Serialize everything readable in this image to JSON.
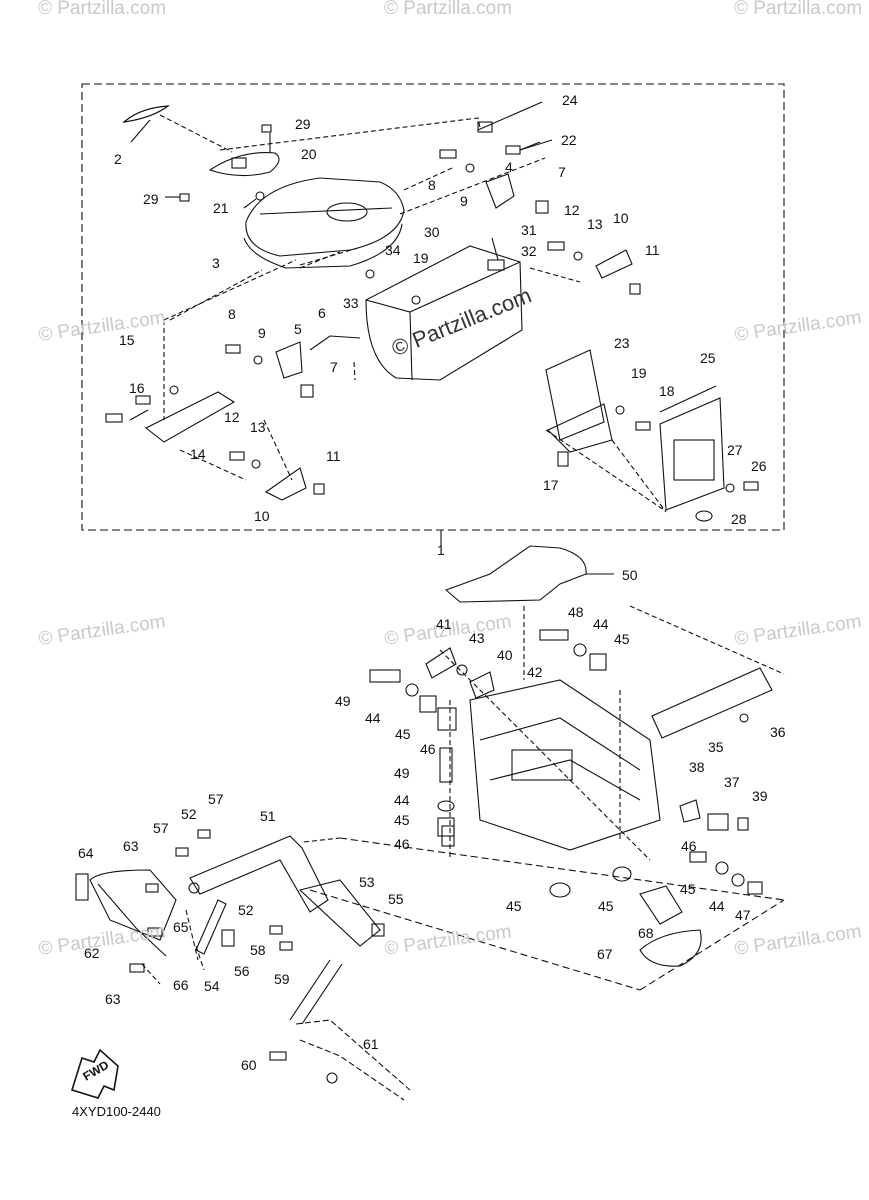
{
  "diagram": {
    "code": "4XYD100-2440",
    "assembly_number": "1",
    "fwd_label": "FWD"
  },
  "watermark": {
    "text": "© Partzilla.com",
    "center_text": "© Partzilla.com"
  },
  "callouts": [
    "2",
    "29",
    "20",
    "29",
    "21",
    "3",
    "24",
    "22",
    "8",
    "9",
    "4",
    "7",
    "12",
    "13",
    "10",
    "11",
    "30",
    "31",
    "32",
    "34",
    "19",
    "33",
    "6",
    "5",
    "8",
    "9",
    "7",
    "15",
    "16",
    "14",
    "12",
    "13",
    "11",
    "10",
    "23",
    "25",
    "19",
    "18",
    "17",
    "27",
    "26",
    "28",
    "1",
    "50",
    "41",
    "43",
    "40",
    "42",
    "48",
    "44",
    "45",
    "49",
    "44",
    "45",
    "46",
    "49",
    "44",
    "45",
    "46",
    "35",
    "36",
    "38",
    "37",
    "39",
    "46",
    "45",
    "44",
    "47",
    "45",
    "45",
    "68",
    "67",
    "51",
    "52",
    "57",
    "57",
    "63",
    "64",
    "53",
    "55",
    "52",
    "65",
    "62",
    "66",
    "58",
    "56",
    "54",
    "59",
    "63",
    "60",
    "61"
  ]
}
